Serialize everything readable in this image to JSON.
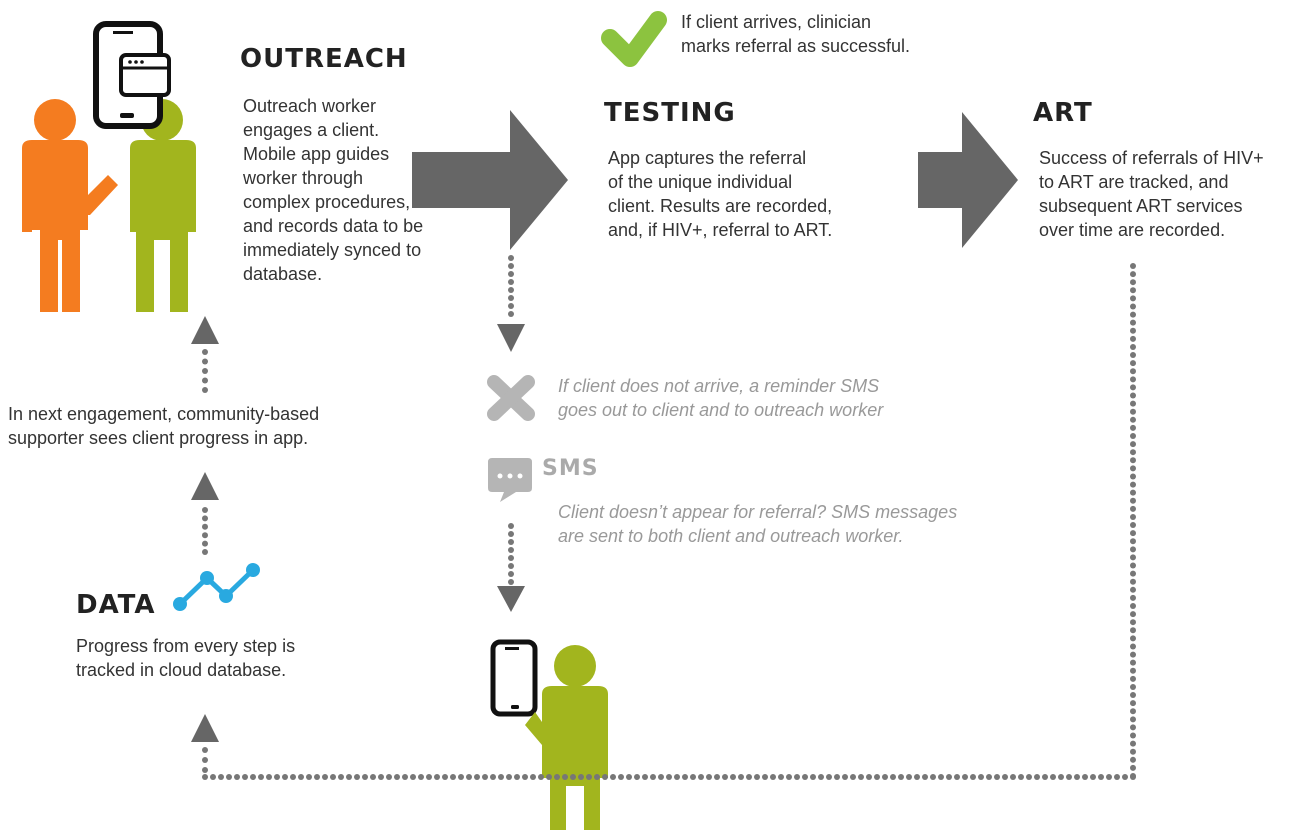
{
  "colors": {
    "orange": "#f47c20",
    "lime": "#a2b51e",
    "green_check": "#8cc33f",
    "arrow_grey": "#666666",
    "dot_grey": "#777777",
    "light_grey": "#bbbbbb",
    "data_blue": "#29a9e0",
    "phone_black": "#111111"
  },
  "outreach": {
    "heading": "OUTREACH",
    "lines": [
      "Outreach worker",
      "engages a client.",
      "Mobile app guides",
      "worker through",
      "complex procedures,",
      "and records data to be",
      "immediately synced to",
      "database."
    ]
  },
  "success_note": {
    "lines": [
      "If client arrives, clinician",
      "marks referral as successful."
    ]
  },
  "testing": {
    "heading": "TESTING",
    "lines": [
      "App captures the referral",
      "of the unique individual",
      "client. Results are recorded,",
      "and, if HIV+, referral to ART."
    ]
  },
  "art": {
    "heading": "ART",
    "lines": [
      "Success of referrals of HIV+",
      "to ART are tracked, and",
      "subsequent ART services",
      "over time are recorded."
    ]
  },
  "next_engagement": {
    "lines": [
      "In next engagement, community-based",
      "supporter sees client progress in app."
    ]
  },
  "no_arrival": {
    "lines": [
      "If client does not arrive, a reminder SMS",
      "goes out to client and to outreach worker"
    ]
  },
  "sms": {
    "heading": "SMS",
    "lines": [
      "Client doesn’t appear for referral? SMS messages",
      "are sent to both client and outreach worker."
    ]
  },
  "data": {
    "heading": "DATA",
    "lines": [
      "Progress from every step is",
      "tracked in cloud database."
    ]
  },
  "icons": [
    "phone-icon",
    "app-window-icon",
    "checkmark-icon",
    "x-mark-icon",
    "chat-bubble-icon",
    "line-graph-icon",
    "right-arrow-icon",
    "down-arrow-icon",
    "up-arrow-icon"
  ]
}
